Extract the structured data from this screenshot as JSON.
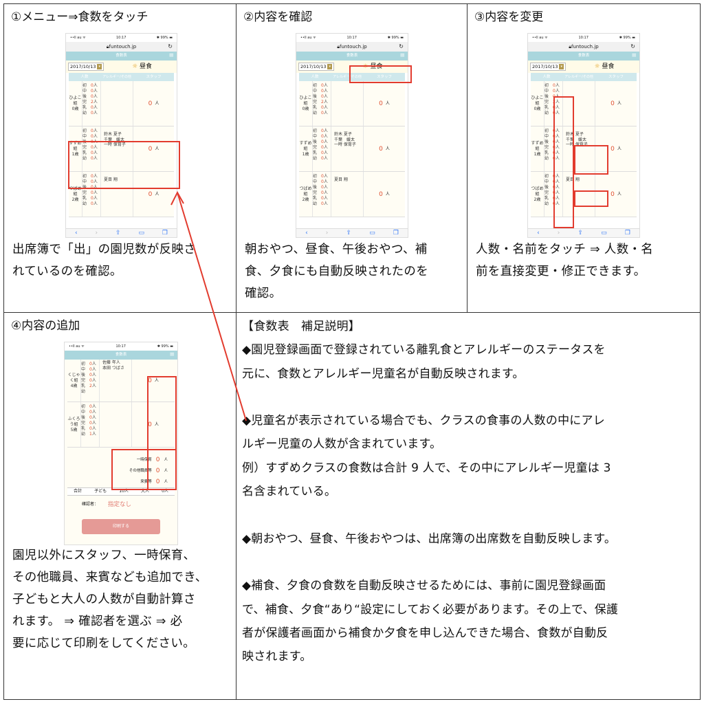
{
  "colors": {
    "highlight": "#e23b2e",
    "nav": "#aad6dd",
    "zero": "#e05030",
    "print_button": "#e59a96"
  },
  "panels": [
    {
      "heading": "①メニュー⇒食数をタッチ",
      "lines": [
        "出席簿で「出」の園児数が反映さ",
        "れているのを確認。"
      ]
    },
    {
      "heading": "②内容を確認",
      "lines": [
        "朝おやつ、昼食、午後おやつ、補",
        "食、夕食にも自動反映されたのを",
        "確認。"
      ]
    },
    {
      "heading": "③内容を変更",
      "lines": [
        "人数・名前をタッチ ⇒ 人数・名",
        "前を直接変更・修正できます。"
      ]
    },
    {
      "heading": "④内容の追加",
      "lines": [
        "園児以外にスタッフ、一時保育、",
        "その他職員、来賓なども追加でき、",
        "子どもと大人の人数が自動計算さ",
        "れます。 ⇒ 確認者を選ぶ ⇒ 必",
        "要に応じて印刷をしてください。"
      ]
    }
  ],
  "phone": {
    "status_left": "••ll au ᯤ",
    "time": "10:17",
    "battery": "✱ 99% ▬",
    "url": "funtouch.jp",
    "reload": "↻",
    "nav_title": "食数表",
    "menu_icon": "≡",
    "date": "2017/10/13",
    "date_arrow": "▾",
    "meal_icon": "☼",
    "meal": "昼食",
    "col_count": "人数",
    "col_allergy": "アレルギー/その他",
    "col_staff": "スタッフ",
    "ages": [
      "初",
      "中",
      "後",
      "完",
      "乳",
      "幼"
    ],
    "count_zero": "0",
    "count_unit": "人",
    "rows": [
      {
        "cls1": "ひよこ",
        "cls2": "組",
        "cls3": "0歳",
        "counts": [
          "0",
          "0",
          "0",
          "2",
          "0",
          "0"
        ],
        "allergy": [
          "",
          "",
          ""
        ]
      },
      {
        "cls1": "すずめ",
        "cls2": "組",
        "cls3": "1歳",
        "counts": [
          "0",
          "0",
          "0",
          "0",
          "0",
          "0"
        ],
        "allergy": [
          "鈴木 夏子",
          "千葉　媛太",
          "一時 保育子"
        ]
      },
      {
        "cls1": "つばめ",
        "cls2": "組",
        "cls3": "2歳",
        "counts": [
          "0",
          "0",
          "0",
          "0",
          "0",
          "0"
        ],
        "allergy": [
          "夏目 翔",
          "",
          ""
        ]
      }
    ],
    "rows4": [
      {
        "cls1": "くじゃ",
        "cls2": "く組",
        "cls3": "4歳",
        "counts": [
          "0",
          "0",
          "0",
          "0",
          "2",
          ""
        ],
        "allergy": [
          "佐藤 年人",
          "本田 つばさ",
          ""
        ]
      },
      {
        "cls1": "ふくろ",
        "cls2": "う組",
        "cls3": "5歳",
        "counts": [
          "0",
          "0",
          "0",
          "0",
          "0",
          "1"
        ],
        "allergy": [
          "",
          "",
          ""
        ]
      }
    ],
    "extras": [
      "一時保育",
      "その他職員等",
      "来賓等"
    ],
    "total_label": "合計",
    "kids_label": "子ども",
    "kids_count": "10人",
    "adults_label": "大人",
    "adults_count": "0人",
    "confirm_label": "確認者：",
    "confirm_value": "指定なし",
    "print_label": "印刷する",
    "icons": {
      "back": "‹",
      "forward": "›",
      "share": "⇪",
      "book": "▭",
      "tabs": "❐"
    }
  },
  "notes": {
    "title": "【食数表　補足説明】",
    "lines": [
      "◆園児登録画面で登録されている離乳食とアレルギーのステータスを",
      "元に、食数とアレルギー児童名が自動反映されます。",
      "",
      "◆児童名が表示されている場合でも、クラスの食事の人数の中にアレ",
      "ルギー児童の人数が含まれています。",
      "例）すずめクラスの食数は合計 9 人で、その中にアレルギー児童は 3",
      "名含まれている。",
      "",
      "◆朝おやつ、昼食、午後おやつは、出席簿の出席数を自動反映します。",
      "",
      "◆補食、夕食の食数を自動反映させるためには、事前に園児登録画面",
      "で、補食、夕食“あり“設定にしておく必要があります。その上で、保護",
      "者が保護者画面から補食か夕食を申し込んできた場合、食数が自動反",
      "映されます。"
    ]
  }
}
